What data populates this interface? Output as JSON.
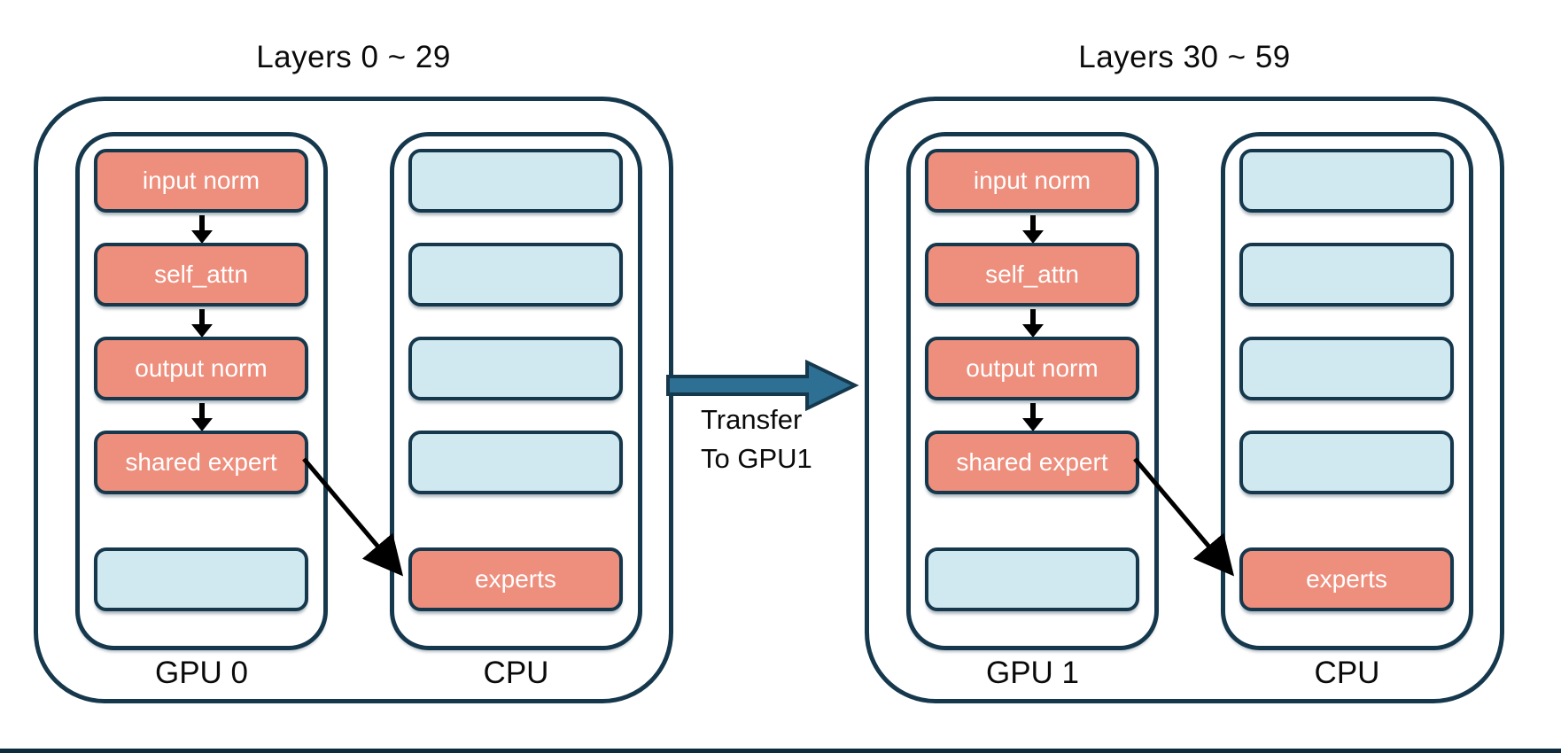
{
  "colors": {
    "background": "#ffffff",
    "border": "#16384d",
    "module_fill": "#ee8e7c",
    "empty_fill": "#d0e8f0",
    "transfer_fill": "#2e6f94",
    "box_text": "#ffffff",
    "label_text": "#0a0a0a",
    "arrow_black": "#000000",
    "bottom_bar": "#0c2b3d"
  },
  "groups": [
    {
      "title": "Layers 0 ~ 29",
      "gpu": {
        "label": "GPU 0",
        "boxes": [
          "input norm",
          "self_attn",
          "output norm",
          "shared expert",
          ""
        ]
      },
      "cpu": {
        "label": "CPU",
        "boxes": [
          "",
          "",
          "",
          "",
          "experts"
        ]
      }
    },
    {
      "title": "Layers 30 ~ 59",
      "gpu": {
        "label": "GPU 1",
        "boxes": [
          "input norm",
          "self_attn",
          "output norm",
          "shared expert",
          ""
        ]
      },
      "cpu": {
        "label": "CPU",
        "boxes": [
          "",
          "",
          "",
          "",
          "experts"
        ]
      }
    }
  ],
  "transfer": {
    "line1": "Transfer",
    "line2": "To GPU1"
  },
  "icons": {
    "down-arrow-icon": "black vertical arrow (css triangle)",
    "shared-expert-to-experts-arrow-icon": "black diagonal line arrow (svg)",
    "transfer-arrow-icon": "blue right-pointing block arrow (svg polygon)"
  }
}
